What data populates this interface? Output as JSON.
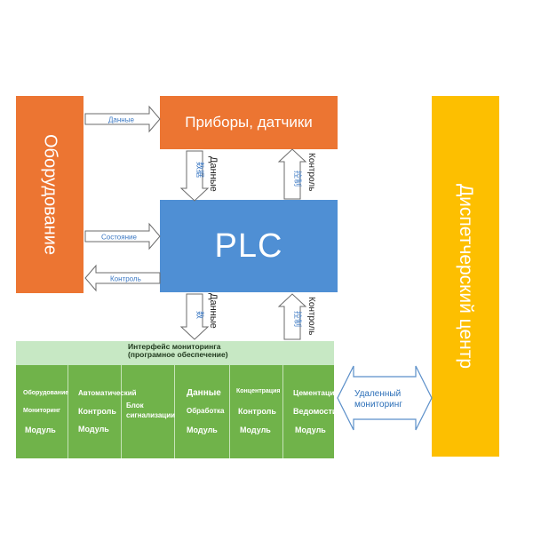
{
  "equipment": {
    "label": "Оборудование"
  },
  "devices": {
    "label": "Приборы, датчики"
  },
  "plc": {
    "label": "PLC"
  },
  "dispatch": {
    "label": "Диспетчерский центр"
  },
  "arrows": {
    "data_equipment_to_devices": "Данные",
    "status_equipment_to_plc": "Состояние",
    "control_plc_to_equipment": "Контроль",
    "devices_to_plc": {
      "cn": "数据",
      "ru": "Данные"
    },
    "plc_to_devices": {
      "cn": "控制",
      "ru": "Контроль"
    },
    "plc_to_monitoring": {
      "cn": "数",
      "ru": "Данные"
    },
    "monitoring_to_plc": {
      "cn": "控制",
      "ru": "Контроль"
    },
    "remote": "Удаленный мониторинг"
  },
  "monitoring": {
    "header": "Интерфейс мониторинга (програмное обеспечение)",
    "modules": [
      {
        "lines": [
          "Оборудование",
          "Мониторинг",
          "Модуль"
        ]
      },
      {
        "lines": [
          "Автоматический",
          "Контроль",
          "Модуль"
        ]
      },
      {
        "lines": [
          "Блок",
          "сигнализации"
        ]
      },
      {
        "lines": [
          "Данные",
          "Обработка",
          "Модуль"
        ]
      },
      {
        "lines": [
          "Концентрация",
          "Контроль",
          "Модуль"
        ]
      },
      {
        "lines": [
          "Цементация",
          "Ведомости",
          "Модуль"
        ]
      }
    ]
  },
  "colors": {
    "orange": "#ec7532",
    "yellow": "#fdbf00",
    "blue": "#4f8fd4",
    "green": "#70b34a",
    "light_green": "#c7e8c4",
    "arrow_text": "#3b78c3"
  }
}
